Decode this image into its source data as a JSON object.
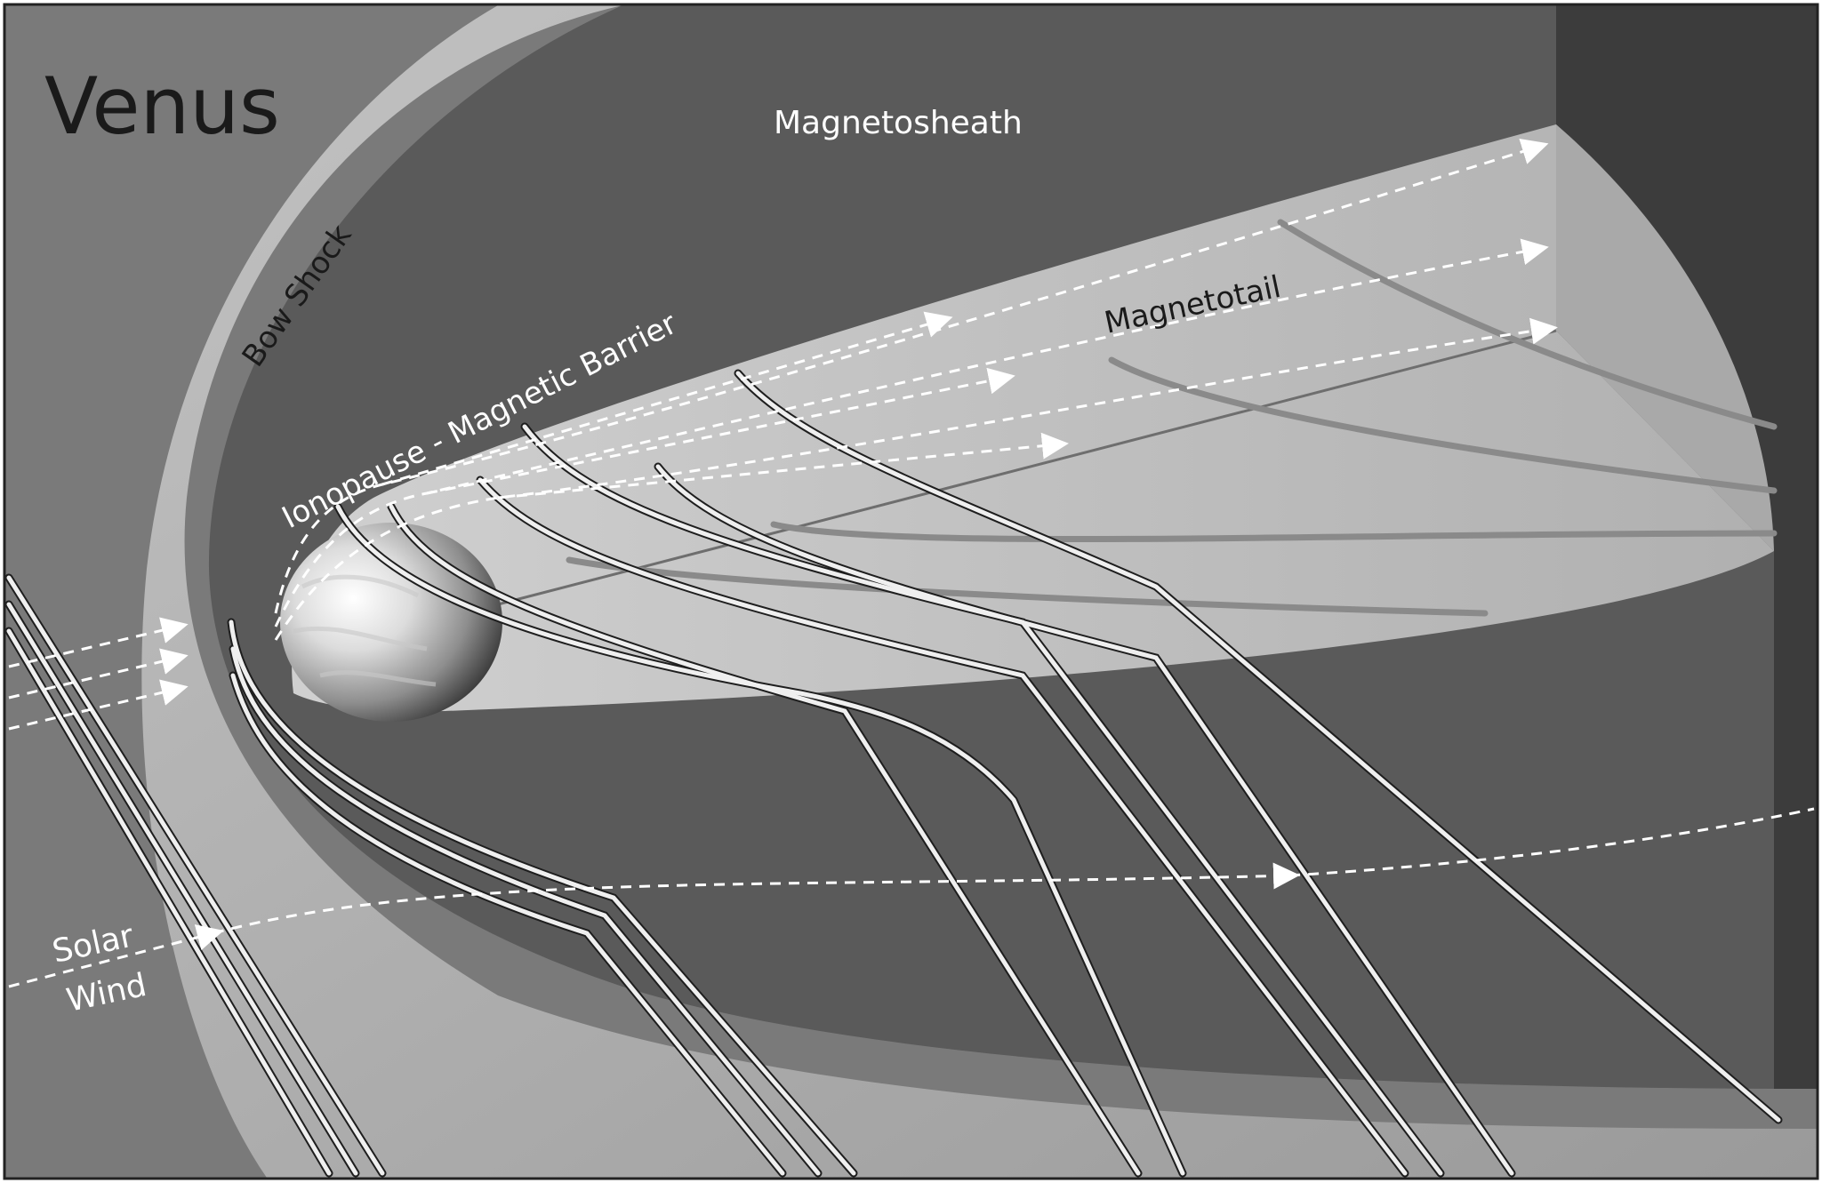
{
  "title": "Venus",
  "labels": {
    "magnetosheath": "Magnetosheath",
    "bow_shock": "Bow Shock",
    "ionopause": "Ionopause - Magnetic Barrier",
    "magnetotail": "Magnetotail",
    "solar_wind_line1": "Solar",
    "solar_wind_line2": "Wind"
  },
  "colors": {
    "outer_solar_wind": "#7a7a7a",
    "bow_shock_band": "#b4b4b4",
    "magnetosheath": "#5a5a5a",
    "tail_back_wall": "#3c3c3c",
    "tail_plane": "#bdbdbd",
    "tail_side": "#a6a6a6",
    "field_line": "#f2f2f2",
    "inner_field_line": "#8a8a8a",
    "flow_arrow": "#ffffff",
    "frame": "#222222"
  },
  "icons": {
    "planet": "venus-globe",
    "flow_arrow": "dashed-arrow"
  }
}
